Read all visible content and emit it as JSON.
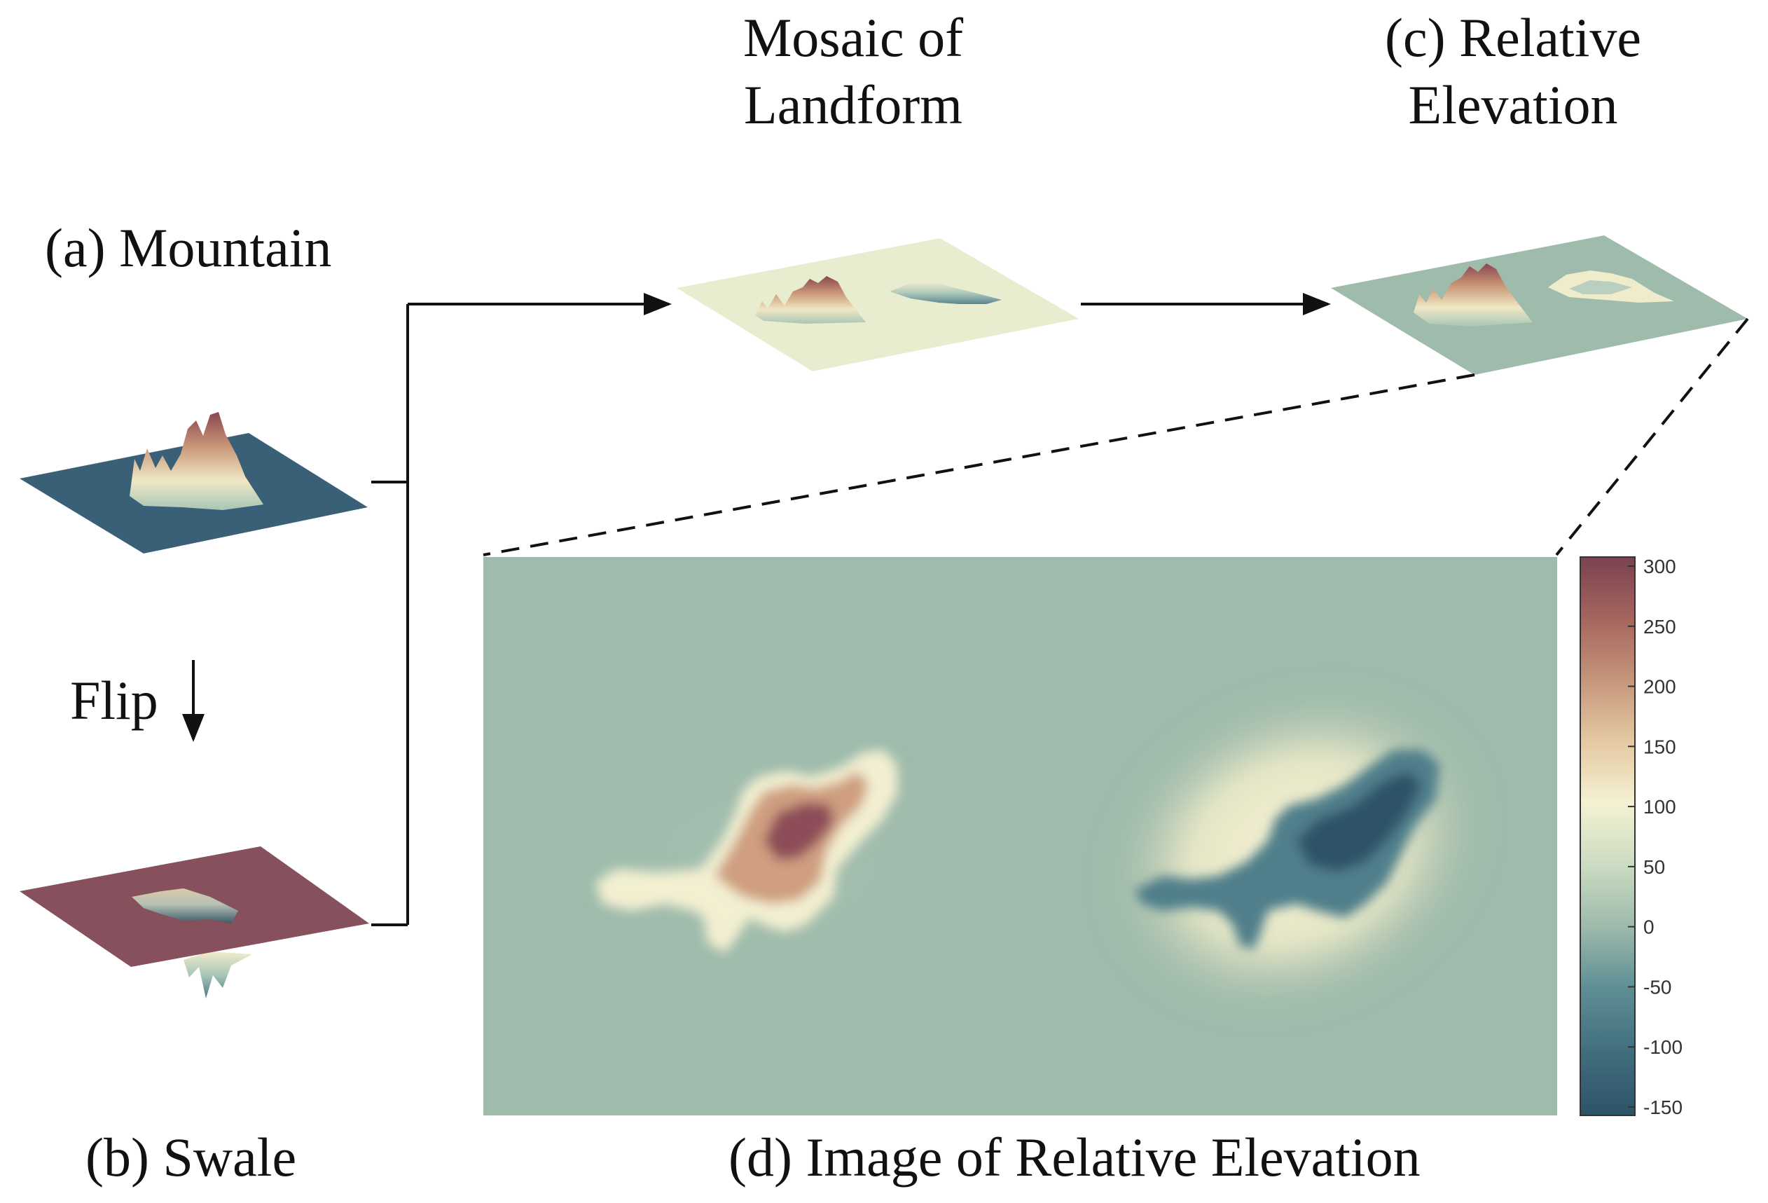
{
  "titles": {
    "mosaic_line1": "Mosaic of",
    "mosaic_line2": "Landform",
    "relative_line1": "(c) Relative",
    "relative_line2": "Elevation",
    "mountain": "(a) Mountain",
    "flip": "Flip",
    "swale": "(b) Swale",
    "image": "(d) Image of Relative Elevation"
  },
  "colorbar": {
    "ticks": [
      "300",
      "250",
      "200",
      "150",
      "100",
      "50",
      "0",
      "-50",
      "-100",
      "-150"
    ],
    "colors": [
      "#7a4250",
      "#a5655e",
      "#c5957a",
      "#e4c9a2",
      "#f5f1d2",
      "#cbdcc2",
      "#9fbbab",
      "#5f8f95",
      "#42707f",
      "#2d5267"
    ]
  },
  "colors": {
    "map_background": "#9fbbab",
    "mountain_plane": "#3a6077",
    "swale_plane": "#86505d",
    "mosaic_plane": "#e8edd0",
    "relative_plane": "#9fbbab"
  }
}
